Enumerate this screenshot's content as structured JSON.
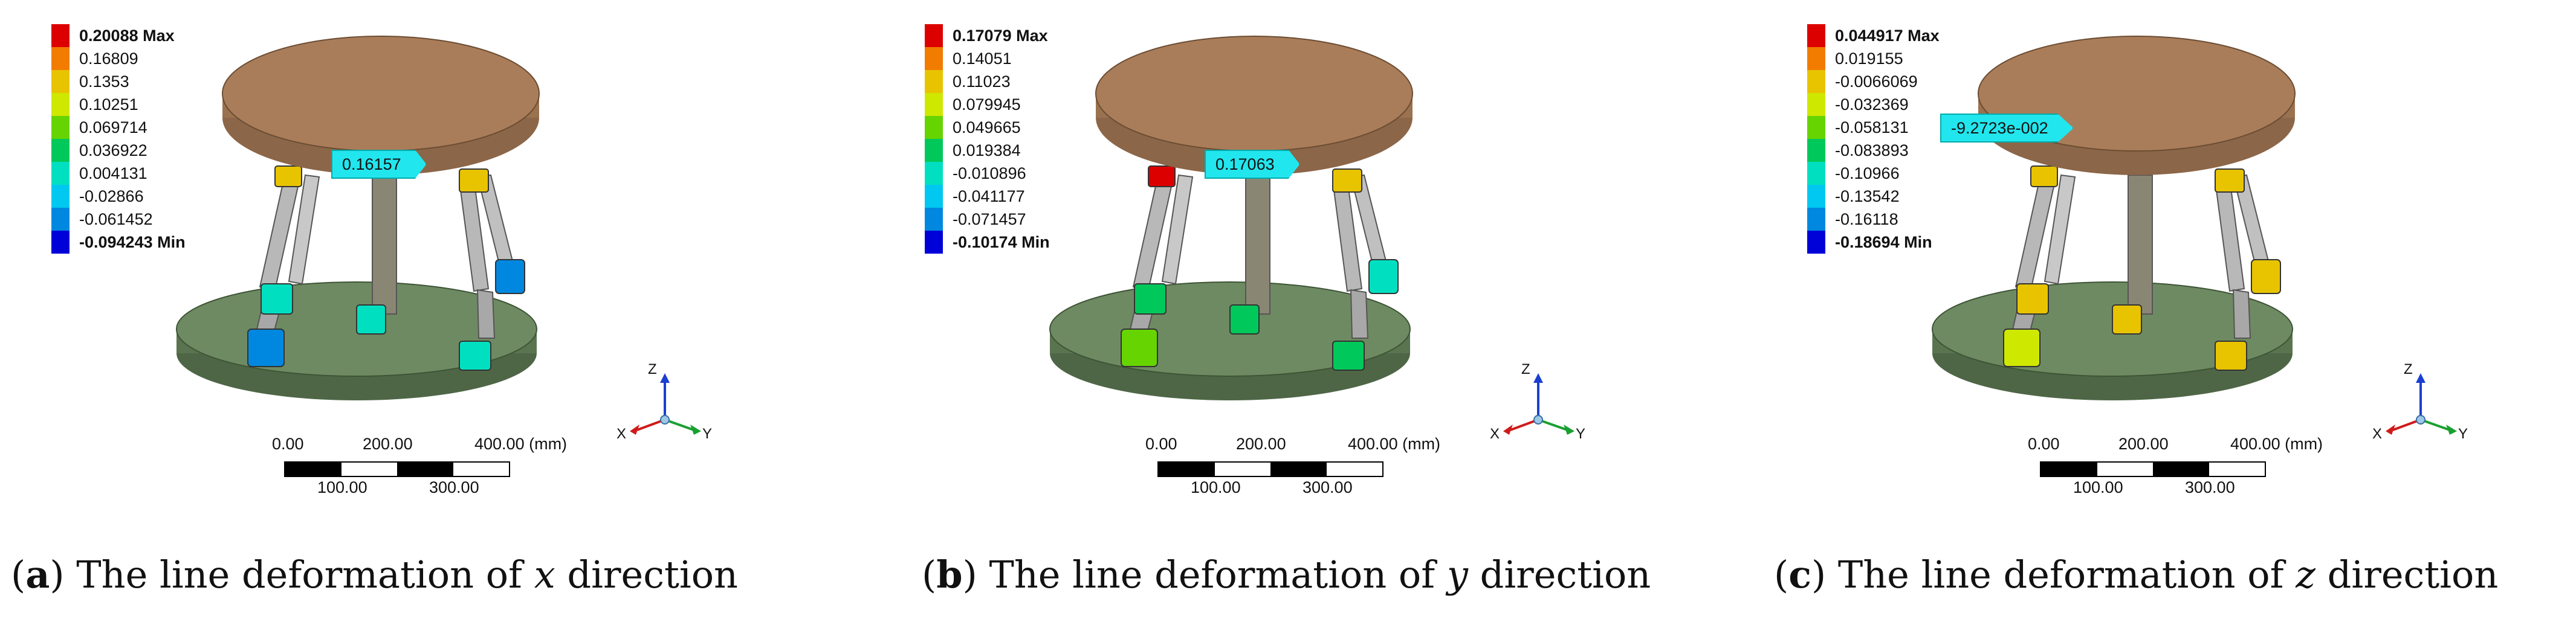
{
  "colors": {
    "scale": [
      "#dd0000",
      "#f27c00",
      "#e8c400",
      "#cfe800",
      "#66d400",
      "#00c85a",
      "#00e0c0",
      "#00c8f0",
      "#0088e0",
      "#0000d8"
    ],
    "platform": "#aa7d5a",
    "base": "#6e8a62",
    "leg": "#b8b8b8",
    "callout": "#22e6ee"
  },
  "panels": [
    {
      "legend": [
        "0.20088 Max",
        "0.16809",
        "0.1353",
        "0.10251",
        "0.069714",
        "0.036922",
        "0.004131",
        "-0.02866",
        "-0.061452",
        "-0.094243 Min"
      ],
      "callout": "0.16157",
      "scale_top": [
        "0.00",
        "200.00",
        "400.00 (mm)"
      ],
      "scale_bottom": [
        "100.00",
        "300.00"
      ],
      "axes": {
        "z": "Z",
        "x": "X",
        "y": "Y"
      },
      "caption": {
        "letter": "a",
        "pre": " The line deformation of ",
        "var": "x",
        "post": " direction"
      },
      "joint_colors": [
        "#e8c400",
        "#e8c400",
        "#0088e0",
        "#00e0c0",
        "#00e0c0",
        "#00e0c0",
        "#0088e0"
      ]
    },
    {
      "legend": [
        "0.17079 Max",
        "0.14051",
        "0.11023",
        "0.079945",
        "0.049665",
        "0.019384",
        "-0.010896",
        "-0.041177",
        "-0.071457",
        "-0.10174 Min"
      ],
      "callout": "0.17063",
      "scale_top": [
        "0.00",
        "200.00",
        "400.00 (mm)"
      ],
      "scale_bottom": [
        "100.00",
        "300.00"
      ],
      "axes": {
        "z": "Z",
        "x": "X",
        "y": "Y"
      },
      "caption": {
        "letter": "b",
        "pre": " The line deformation of ",
        "var": "y",
        "post": " direction"
      },
      "joint_colors": [
        "#dd0000",
        "#e8c400",
        "#00e0c0",
        "#00c85a",
        "#00c85a",
        "#00c85a",
        "#66d400"
      ]
    },
    {
      "legend": [
        "0.044917 Max",
        "0.019155",
        "-0.0066069",
        "-0.032369",
        "-0.058131",
        "-0.083893",
        "-0.10966",
        "-0.13542",
        "-0.16118",
        "-0.18694 Min"
      ],
      "callout": "-9.2723e-002",
      "scale_top": [
        "0.00",
        "200.00",
        "400.00 (mm)"
      ],
      "scale_bottom": [
        "100.00",
        "300.00"
      ],
      "axes": {
        "z": "Z",
        "x": "X",
        "y": "Y"
      },
      "caption": {
        "letter": "c",
        "pre": " The line deformation of ",
        "var": "z",
        "post": " direction"
      },
      "joint_colors": [
        "#e8c400",
        "#e8c400",
        "#e8c400",
        "#e8c400",
        "#e8c400",
        "#e8c400",
        "#cfe800"
      ]
    }
  ]
}
